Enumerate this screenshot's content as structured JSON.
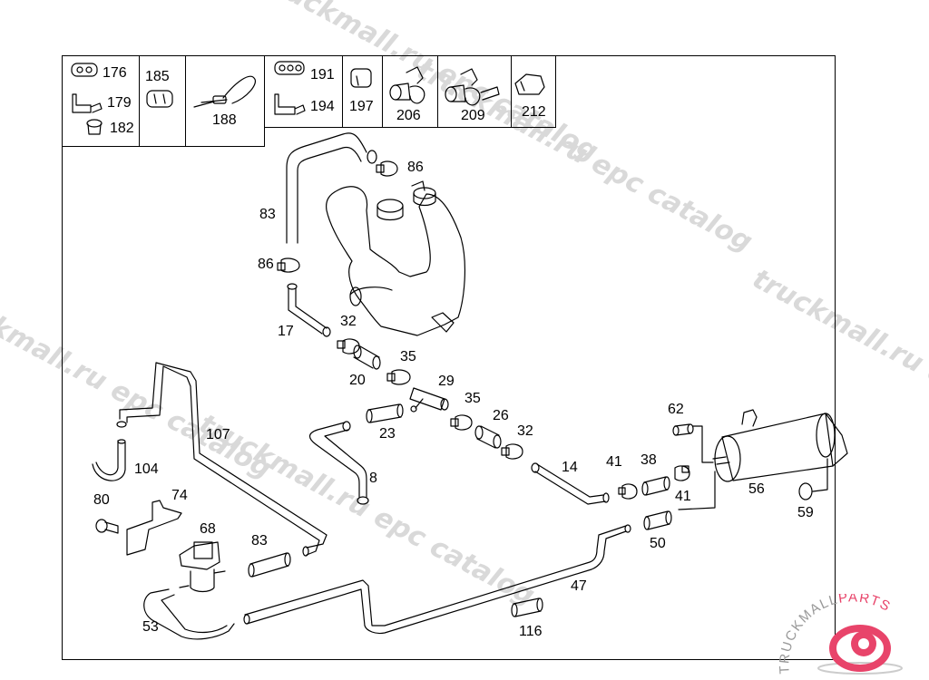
{
  "watermarks": [
    "truckmall.ru epc catalog",
    "truckmall.ru epc catalog",
    "truckmall.ru epc catalog",
    "truckmall.ru epc catalog",
    "truckmall.ru epc catalog"
  ],
  "legend": {
    "cells": [
      {
        "items": [
          "176",
          "179",
          "182"
        ]
      },
      {
        "items": [
          "185"
        ]
      },
      {
        "items": [
          "188"
        ]
      },
      {
        "items": [
          "191",
          "194"
        ]
      },
      {
        "items": [
          "197"
        ]
      },
      {
        "items": [
          "206"
        ]
      },
      {
        "items": [
          "209"
        ]
      },
      {
        "items": [
          "212"
        ]
      }
    ]
  },
  "callouts": {
    "p83a": "83",
    "p86a": "86",
    "p86b": "86",
    "p17": "17",
    "p32a": "32",
    "p20": "20",
    "p35a": "35",
    "p29": "29",
    "p35b": "35",
    "p26": "26",
    "p32b": "32",
    "p23": "23",
    "p8": "8",
    "p107": "107",
    "p104": "104",
    "p80": "80",
    "p74": "74",
    "p68": "68",
    "p83b": "83",
    "p53": "53",
    "p14": "14",
    "p41a": "41",
    "p38": "38",
    "p41b": "41",
    "p62": "62",
    "p56": "56",
    "p59": "59",
    "p50": "50",
    "p47": "47",
    "p116": "116"
  },
  "logo": {
    "text_dark": "TRUCKMALL",
    "text_accent": "PARTS",
    "accent_color": "#e8446a"
  }
}
